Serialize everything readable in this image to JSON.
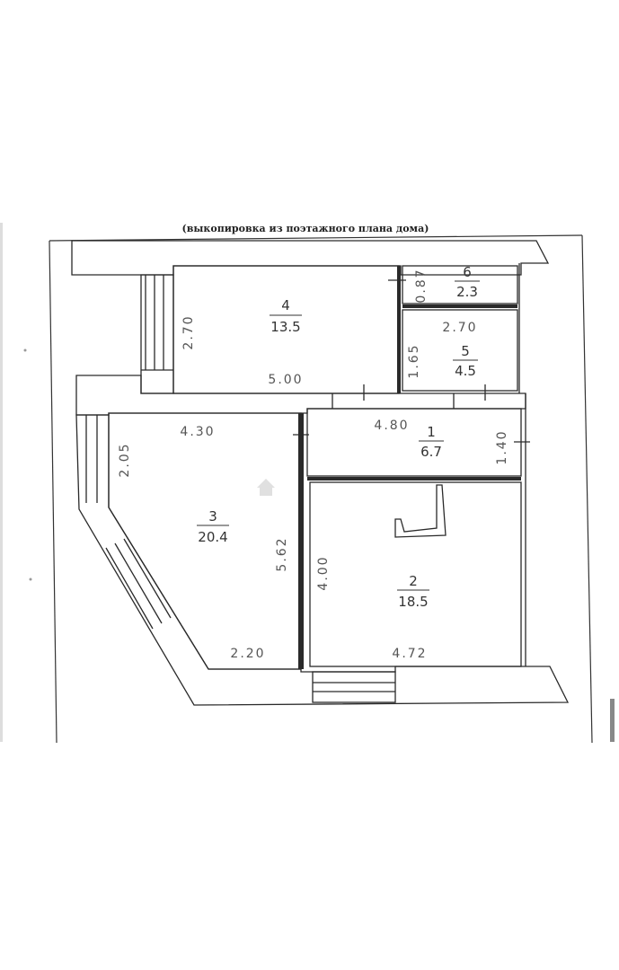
{
  "title": "(выкопировка из поэтажного плана дома)",
  "rooms": [
    {
      "number": "1",
      "area": "6.7"
    },
    {
      "number": "2",
      "area": "18.5"
    },
    {
      "number": "3",
      "area": "20.4"
    },
    {
      "number": "4",
      "area": "13.5"
    },
    {
      "number": "5",
      "area": "4.5"
    },
    {
      "number": "6",
      "area": "2.3"
    }
  ],
  "dimensions": {
    "room4_width": "5.00",
    "room4_height": "2.70",
    "room6_height": "0.87",
    "room5_width": "2.70",
    "room5_height": "1.65",
    "room3_top": "4.30",
    "room3_left": "2.05",
    "room3_right": "5.62",
    "room3_bottom": "2.20",
    "room1_width": "4.80",
    "room1_height": "1.40",
    "room2_left": "4.00",
    "room2_bottom": "4.72"
  },
  "watermark": "",
  "colors": {
    "line": "#2a2a2a",
    "paper": "#ffffff"
  }
}
